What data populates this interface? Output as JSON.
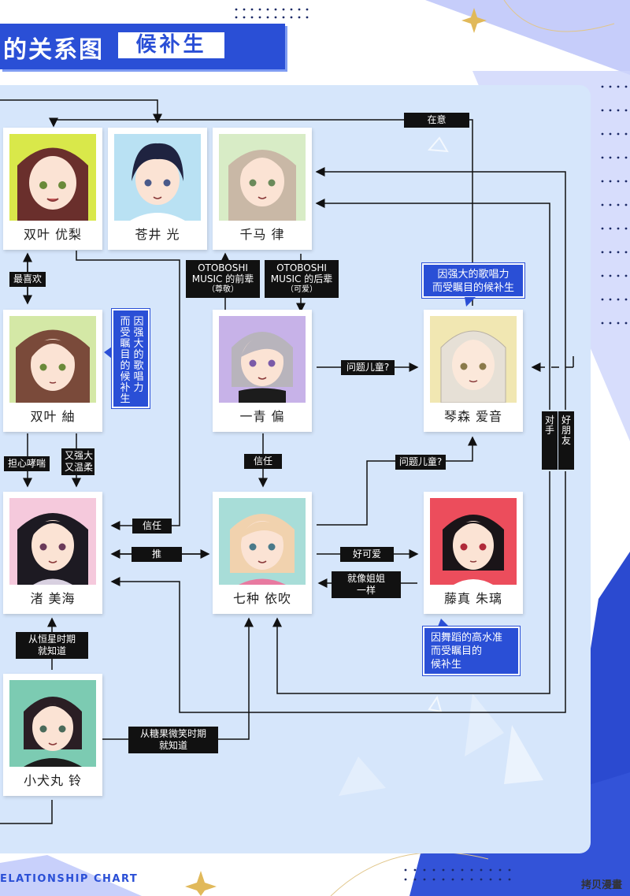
{
  "header": {
    "title": "的关系图",
    "tag": "候补生"
  },
  "characters": {
    "yuri": {
      "name": "双叶 优梨",
      "hair": "#6a2f2c",
      "bg": "#d9e84a",
      "eye": "#6a8a3a"
    },
    "hikaru": {
      "name": "苍井 光",
      "hair": "#1f2340",
      "bg": "#b9e1f3",
      "eye": "#4a5a8a"
    },
    "ritsu": {
      "name": "千马 律",
      "hair": "#c9b8a6",
      "bg": "#d8ecc6",
      "eye": "#6a8a5a"
    },
    "tsumugi": {
      "name": "双叶 紬",
      "hair": "#7a4a3a",
      "bg": "#d4e8a6",
      "eye": "#6a8a3a"
    },
    "ichika": {
      "name": "一青 偏",
      "hair": "#b8b4bc",
      "bg": "#c7b2e8",
      "eye": "#7a5aa8"
    },
    "aine": {
      "name": "琴森 爱音",
      "hair": "#e6e0d6",
      "bg": "#f1e7b2",
      "eye": "#8a7a4a"
    },
    "miumi": {
      "name": "渚 美海",
      "hair": "#1d1a22",
      "bg": "#f5c9dc",
      "eye": "#6a3a5a"
    },
    "iori": {
      "name": "七种 依吹",
      "hair": "#f1d2ae",
      "bg": "#a8ddd8",
      "eye": "#4a7a8a"
    },
    "shuri": {
      "name": "藤真 朱璃",
      "hair": "#1a1418",
      "bg": "#ec4d5c",
      "eye": "#b02a3a"
    },
    "rin": {
      "name": "小犬丸 铃",
      "hair": "#2a1e24",
      "bg": "#7ccbb2",
      "eye": "#4a6a5a"
    }
  },
  "labels": {
    "zaiyi": "在意",
    "zuixihuan": "最喜欢",
    "qianbei": [
      "OTOBOSHI",
      "MUSIC 的前辈",
      "（尊敬）"
    ],
    "houbei": [
      "OTOBOSHI",
      "MUSIC 的后辈",
      "（可爱）"
    ],
    "wenti1": "问题儿童?",
    "wenti2": "问题儿童?",
    "danxin": "担心哮喘",
    "youqiang": [
      "又强大",
      "又温柔"
    ],
    "xinren1": "信任",
    "xinren2": "信任",
    "tui": "推",
    "haokeai": "好可爱",
    "jiejie": [
      "就像姐姐",
      "一样"
    ],
    "hengxing": [
      "从恒星时期",
      "就知道"
    ],
    "tangguo": [
      "从糖果微笑时期",
      "就知道"
    ],
    "duishou": "对手",
    "haopengyou": "好朋友"
  },
  "bubbles": {
    "aine_note": [
      "因强大的歌唱力",
      "而受瞩目的候补生"
    ],
    "tsumugi_note_col1": "因强大的歌唱力",
    "tsumugi_note_col2": "而受瞩目的候补生",
    "shuri_note": [
      "因舞蹈的高水准",
      "而受瞩目的",
      "候补生"
    ]
  },
  "footer": {
    "text": "ELATIONSHIP CHART"
  },
  "watermark": "拷贝漫畫",
  "colors": {
    "accent": "#2a4fd6",
    "panel": "#d6e6fb",
    "line": "#111111"
  }
}
